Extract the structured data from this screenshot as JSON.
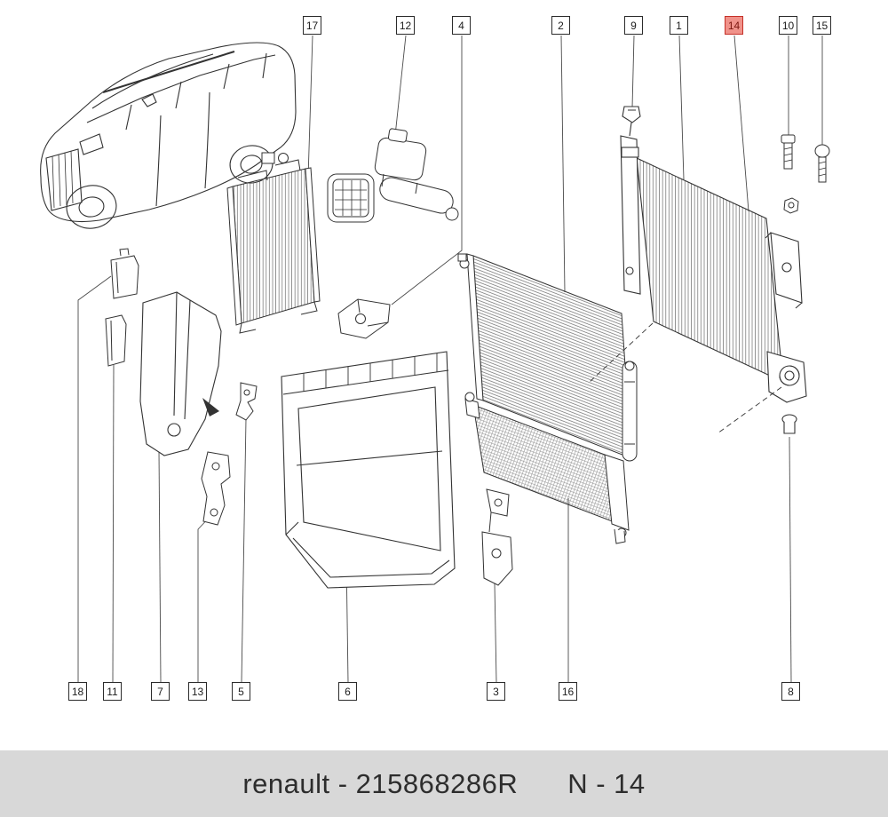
{
  "callouts": {
    "top": [
      {
        "label": "17",
        "highlighted": false
      },
      {
        "label": "12",
        "highlighted": false
      },
      {
        "label": "4",
        "highlighted": false
      },
      {
        "label": "2",
        "highlighted": false
      },
      {
        "label": "9",
        "highlighted": false
      },
      {
        "label": "1",
        "highlighted": false
      },
      {
        "label": "14",
        "highlighted": true
      },
      {
        "label": "10",
        "highlighted": false
      },
      {
        "label": "15",
        "highlighted": false
      }
    ],
    "bottom": [
      {
        "label": "18",
        "highlighted": false
      },
      {
        "label": "11",
        "highlighted": false
      },
      {
        "label": "7",
        "highlighted": false
      },
      {
        "label": "13",
        "highlighted": false
      },
      {
        "label": "5",
        "highlighted": false
      },
      {
        "label": "6",
        "highlighted": false
      },
      {
        "label": "3",
        "highlighted": false
      },
      {
        "label": "16",
        "highlighted": false
      },
      {
        "label": "8",
        "highlighted": false
      }
    ]
  },
  "footer": {
    "brand_and_part": "renault - 215868286R",
    "plate": "N - 14"
  },
  "colors": {
    "line": "#333333",
    "highlight_fill": "#f0928a",
    "highlight_border": "#c53028",
    "footer_background": "#d8d8d8",
    "footer_text": "#2d2d2d"
  }
}
